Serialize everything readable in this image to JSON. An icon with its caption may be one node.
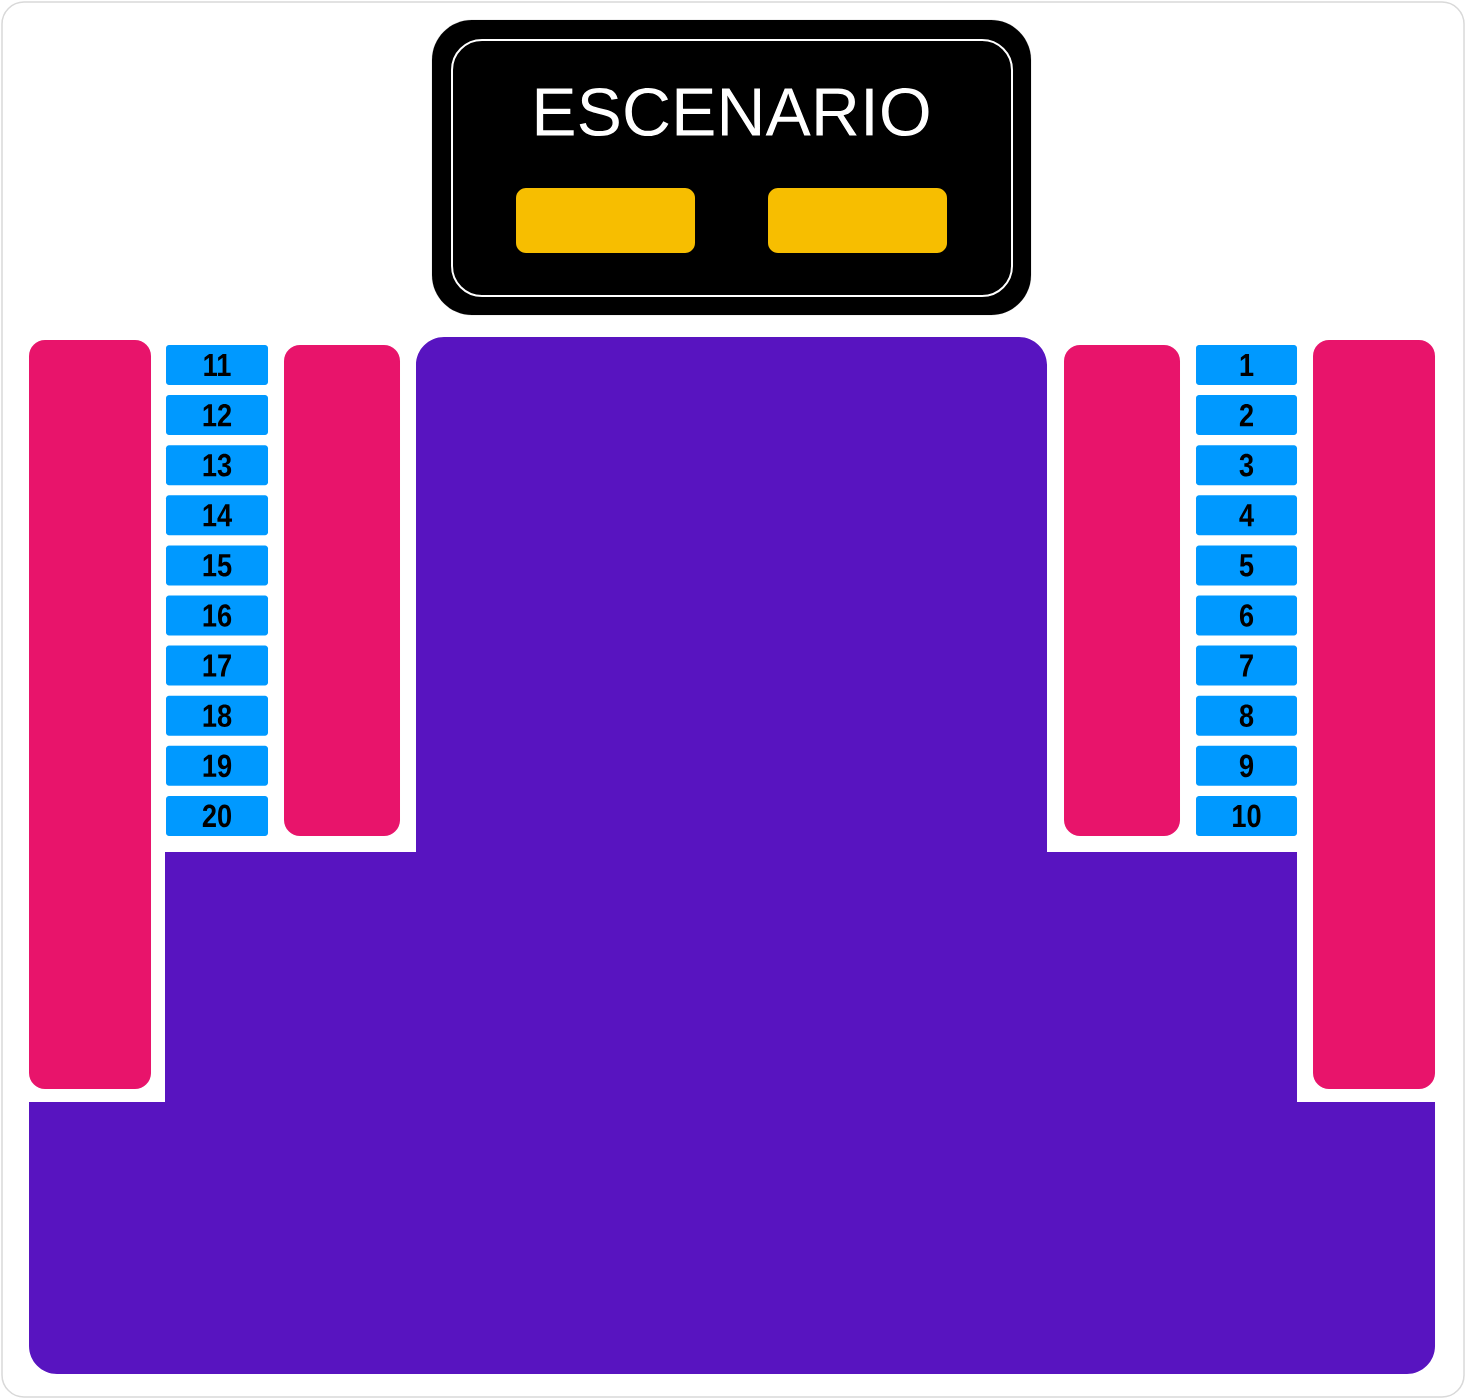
{
  "diagram": {
    "nodes": [
      {
        "text": [
          "ESCENARIO"
        ]
      },
      {
        "text": [],
        "shape": "box",
        "in": 0
      },
      {
        "text": [],
        "shape": "box",
        "in": 0
      },
      {
        "text": [],
        "shape": "box"
      },
      {
        "text": [
          "11"
        ]
      },
      {
        "text": [
          "12"
        ]
      },
      {
        "text": [
          "13"
        ]
      },
      {
        "text": [
          "14"
        ]
      },
      {
        "text": [
          "15"
        ]
      },
      {
        "text": [
          "16"
        ]
      },
      {
        "text": [
          "17"
        ]
      },
      {
        "text": [
          "18"
        ]
      },
      {
        "text": [
          "19"
        ]
      },
      {
        "text": [
          "20"
        ]
      },
      {
        "text": [],
        "shape": "box"
      },
      {
        "text": [],
        "shape": "box"
      },
      {
        "text": [],
        "shape": "box"
      },
      {
        "text": [
          "1"
        ]
      },
      {
        "text": [
          "2"
        ]
      },
      {
        "text": [
          "3"
        ]
      },
      {
        "text": [
          "4"
        ]
      },
      {
        "text": [
          "5"
        ]
      },
      {
        "text": [
          "6"
        ]
      },
      {
        "text": [
          "7"
        ]
      },
      {
        "text": [
          "8"
        ]
      },
      {
        "text": [
          "9"
        ]
      },
      {
        "text": [
          "10"
        ]
      },
      {
        "text": [],
        "shape": "box"
      }
    ]
  }
}
